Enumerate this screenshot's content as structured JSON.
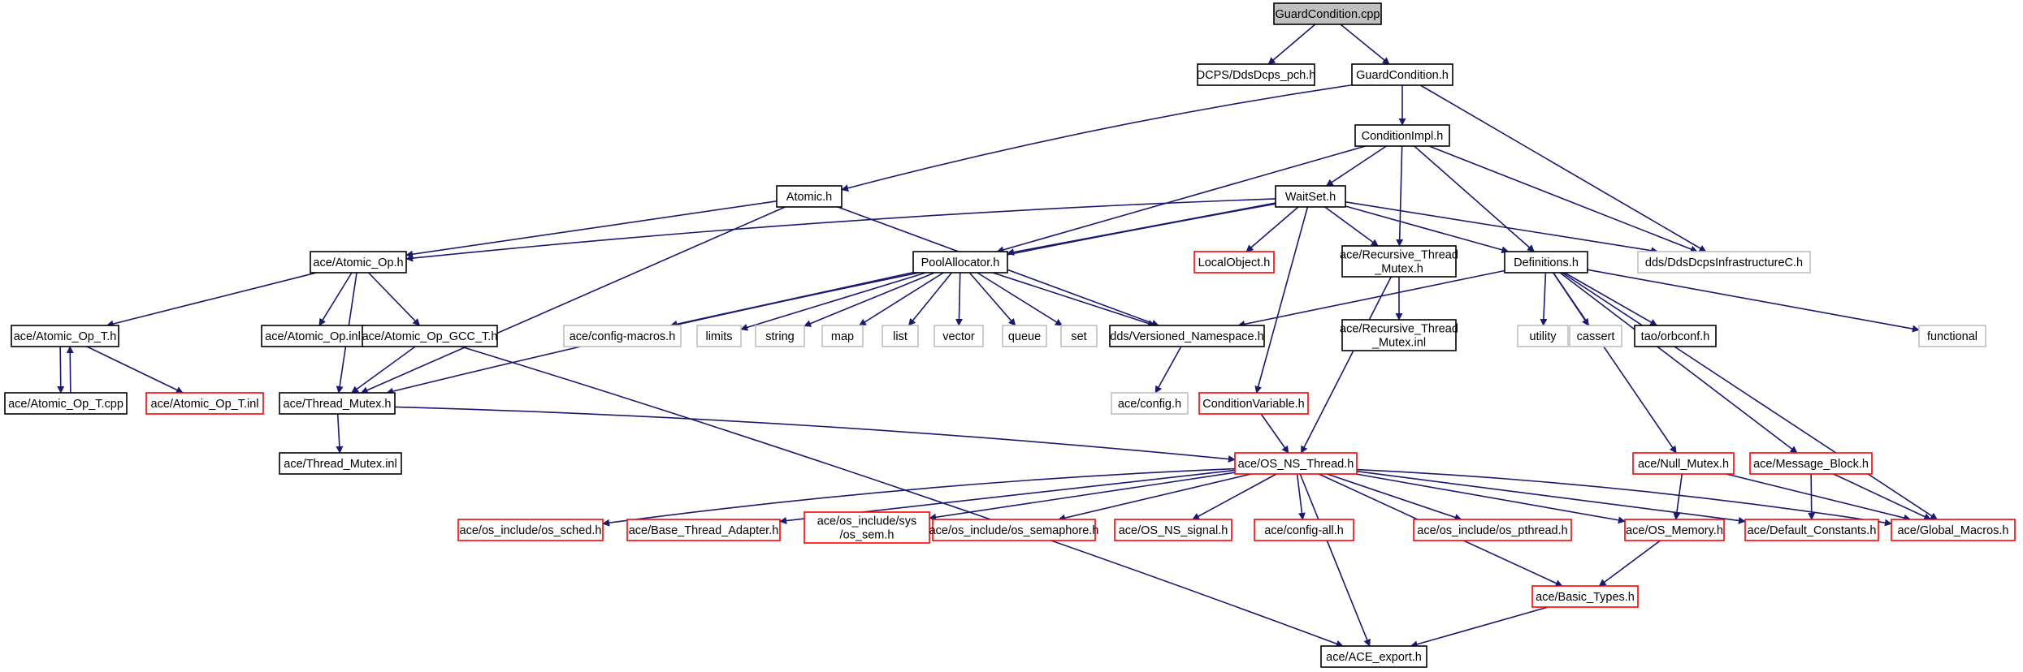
{
  "colors": {
    "edge": "#191970",
    "root_fill": "#bfbfbf",
    "normal_border": "#000000",
    "missing_border": "#ff0000",
    "external_border": "#bfbfbf",
    "node_fill": "#ffffff"
  },
  "nodes": [
    {
      "id": "n_root",
      "lines": [
        "GuardCondition.cpp"
      ],
      "kind": "root"
    },
    {
      "id": "n_pch",
      "lines": [
        "DCPS/DdsDcps_pch.h"
      ],
      "kind": "normal"
    },
    {
      "id": "n_guardh",
      "lines": [
        "GuardCondition.h"
      ],
      "kind": "normal"
    },
    {
      "id": "n_condimpl",
      "lines": [
        "ConditionImpl.h"
      ],
      "kind": "normal"
    },
    {
      "id": "n_atomic",
      "lines": [
        "Atomic.h"
      ],
      "kind": "normal"
    },
    {
      "id": "n_waitset",
      "lines": [
        "WaitSet.h"
      ],
      "kind": "normal"
    },
    {
      "id": "n_atomicop",
      "lines": [
        "ace/Atomic_Op.h"
      ],
      "kind": "normal"
    },
    {
      "id": "n_poolalloc",
      "lines": [
        "PoolAllocator.h"
      ],
      "kind": "normal"
    },
    {
      "id": "n_localobj",
      "lines": [
        "LocalObject.h"
      ],
      "kind": "missing"
    },
    {
      "id": "n_recmutex",
      "lines": [
        "ace/Recursive_Thread",
        "_Mutex.h"
      ],
      "kind": "normal"
    },
    {
      "id": "n_defs",
      "lines": [
        "Definitions.h"
      ],
      "kind": "normal"
    },
    {
      "id": "n_infra",
      "lines": [
        "dds/DdsDcpsInfrastructureC.h"
      ],
      "kind": "external"
    },
    {
      "id": "n_atomicopt",
      "lines": [
        "ace/Atomic_Op_T.h"
      ],
      "kind": "normal"
    },
    {
      "id": "n_atomicopinl",
      "lines": [
        "ace/Atomic_Op.inl"
      ],
      "kind": "normal"
    },
    {
      "id": "n_atomicopgcc",
      "lines": [
        "ace/Atomic_Op_GCC_T.h"
      ],
      "kind": "normal"
    },
    {
      "id": "n_cfgmacros",
      "lines": [
        "ace/config-macros.h"
      ],
      "kind": "external"
    },
    {
      "id": "n_limits",
      "lines": [
        "limits"
      ],
      "kind": "external"
    },
    {
      "id": "n_string",
      "lines": [
        "string"
      ],
      "kind": "external"
    },
    {
      "id": "n_map",
      "lines": [
        "map"
      ],
      "kind": "external"
    },
    {
      "id": "n_list",
      "lines": [
        "list"
      ],
      "kind": "external"
    },
    {
      "id": "n_vector",
      "lines": [
        "vector"
      ],
      "kind": "external"
    },
    {
      "id": "n_queue",
      "lines": [
        "queue"
      ],
      "kind": "external"
    },
    {
      "id": "n_set",
      "lines": [
        "set"
      ],
      "kind": "external"
    },
    {
      "id": "n_versioned",
      "lines": [
        "dds/Versioned_Namespace.h"
      ],
      "kind": "normal"
    },
    {
      "id": "n_recmutexinl",
      "lines": [
        "ace/Recursive_Thread",
        "_Mutex.inl"
      ],
      "kind": "normal"
    },
    {
      "id": "n_utility",
      "lines": [
        "utility"
      ],
      "kind": "external"
    },
    {
      "id": "n_cassert",
      "lines": [
        "cassert"
      ],
      "kind": "external"
    },
    {
      "id": "n_orbconf",
      "lines": [
        "tao/orbconf.h"
      ],
      "kind": "normal"
    },
    {
      "id": "n_functional",
      "lines": [
        "functional"
      ],
      "kind": "external"
    },
    {
      "id": "n_atomicoptcpp",
      "lines": [
        "ace/Atomic_Op_T.cpp"
      ],
      "kind": "normal"
    },
    {
      "id": "n_atomicoptinl",
      "lines": [
        "ace/Atomic_Op_T.inl"
      ],
      "kind": "missing"
    },
    {
      "id": "n_threadmutex",
      "lines": [
        "ace/Thread_Mutex.h"
      ],
      "kind": "normal"
    },
    {
      "id": "n_aceconfig",
      "lines": [
        "ace/config.h"
      ],
      "kind": "external"
    },
    {
      "id": "n_condvar",
      "lines": [
        "ConditionVariable.h"
      ],
      "kind": "missing"
    },
    {
      "id": "n_nullmutex",
      "lines": [
        "ace/Null_Mutex.h"
      ],
      "kind": "missing"
    },
    {
      "id": "n_msgblock",
      "lines": [
        "ace/Message_Block.h"
      ],
      "kind": "missing"
    },
    {
      "id": "n_threadmutexinl",
      "lines": [
        "ace/Thread_Mutex.inl"
      ],
      "kind": "normal"
    },
    {
      "id": "n_osnsthread",
      "lines": [
        "ace/OS_NS_Thread.h"
      ],
      "kind": "missing"
    },
    {
      "id": "n_ossched",
      "lines": [
        "ace/os_include/os_sched.h"
      ],
      "kind": "missing"
    },
    {
      "id": "n_basethread",
      "lines": [
        "ace/Base_Thread_Adapter.h"
      ],
      "kind": "missing"
    },
    {
      "id": "n_ossem",
      "lines": [
        "ace/os_include/sys",
        "/os_sem.h"
      ],
      "kind": "missing"
    },
    {
      "id": "n_ossemaphore",
      "lines": [
        "ace/os_include/os_semaphore.h"
      ],
      "kind": "missing"
    },
    {
      "id": "n_osnssignal",
      "lines": [
        "ace/OS_NS_signal.h"
      ],
      "kind": "missing"
    },
    {
      "id": "n_configall",
      "lines": [
        "ace/config-all.h"
      ],
      "kind": "missing"
    },
    {
      "id": "n_ospthread",
      "lines": [
        "ace/os_include/os_pthread.h"
      ],
      "kind": "missing"
    },
    {
      "id": "n_osmemory",
      "lines": [
        "ace/OS_Memory.h"
      ],
      "kind": "missing"
    },
    {
      "id": "n_defconst",
      "lines": [
        "ace/Default_Constants.h"
      ],
      "kind": "missing"
    },
    {
      "id": "n_globalmacros",
      "lines": [
        "ace/Global_Macros.h"
      ],
      "kind": "missing"
    },
    {
      "id": "n_basictypes",
      "lines": [
        "ace/Basic_Types.h"
      ],
      "kind": "missing"
    },
    {
      "id": "n_aceexport",
      "lines": [
        "ace/ACE_export.h"
      ],
      "kind": "normal"
    }
  ],
  "edges": [
    [
      "n_root",
      "n_pch"
    ],
    [
      "n_root",
      "n_guardh"
    ],
    [
      "n_guardh",
      "n_condimpl"
    ],
    [
      "n_guardh",
      "n_atomic"
    ],
    [
      "n_guardh",
      "n_infra"
    ],
    [
      "n_condimpl",
      "n_waitset"
    ],
    [
      "n_condimpl",
      "n_poolalloc"
    ],
    [
      "n_condimpl",
      "n_recmutex"
    ],
    [
      "n_condimpl",
      "n_defs"
    ],
    [
      "n_condimpl",
      "n_infra"
    ],
    [
      "n_atomic",
      "n_atomicop"
    ],
    [
      "n_atomic",
      "n_threadmutex"
    ],
    [
      "n_atomic",
      "n_versioned"
    ],
    [
      "n_waitset",
      "n_atomicop"
    ],
    [
      "n_waitset",
      "n_poolalloc"
    ],
    [
      "n_waitset",
      "n_localobj"
    ],
    [
      "n_waitset",
      "n_recmutex"
    ],
    [
      "n_waitset",
      "n_defs"
    ],
    [
      "n_waitset",
      "n_infra"
    ],
    [
      "n_waitset",
      "n_threadmutex"
    ],
    [
      "n_waitset",
      "n_condvar"
    ],
    [
      "n_atomicop",
      "n_atomicopt"
    ],
    [
      "n_atomicop",
      "n_atomicopinl"
    ],
    [
      "n_atomicop",
      "n_atomicopgcc"
    ],
    [
      "n_atomicop",
      "n_threadmutex"
    ],
    [
      "n_atomicopt",
      "n_atomicoptcpp"
    ],
    [
      "n_atomicoptcpp",
      "n_atomicopt"
    ],
    [
      "n_atomicopt",
      "n_atomicoptinl"
    ],
    [
      "n_atomicopgcc",
      "n_threadmutex"
    ],
    [
      "n_atomicopgcc",
      "n_aceexport"
    ],
    [
      "n_poolalloc",
      "n_cfgmacros"
    ],
    [
      "n_poolalloc",
      "n_limits"
    ],
    [
      "n_poolalloc",
      "n_string"
    ],
    [
      "n_poolalloc",
      "n_map"
    ],
    [
      "n_poolalloc",
      "n_list"
    ],
    [
      "n_poolalloc",
      "n_vector"
    ],
    [
      "n_poolalloc",
      "n_queue"
    ],
    [
      "n_poolalloc",
      "n_set"
    ],
    [
      "n_poolalloc",
      "n_versioned"
    ],
    [
      "n_recmutex",
      "n_recmutexinl"
    ],
    [
      "n_recmutex",
      "n_osnsthread"
    ],
    [
      "n_defs",
      "n_versioned"
    ],
    [
      "n_defs",
      "n_utility"
    ],
    [
      "n_defs",
      "n_cassert"
    ],
    [
      "n_defs",
      "n_orbconf"
    ],
    [
      "n_defs",
      "n_functional"
    ],
    [
      "n_defs",
      "n_nullmutex"
    ],
    [
      "n_defs",
      "n_msgblock"
    ],
    [
      "n_defs",
      "n_globalmacros"
    ],
    [
      "n_versioned",
      "n_aceconfig"
    ],
    [
      "n_threadmutex",
      "n_threadmutexinl"
    ],
    [
      "n_threadmutex",
      "n_osnsthread"
    ],
    [
      "n_condvar",
      "n_osnsthread"
    ],
    [
      "n_nullmutex",
      "n_osmemory"
    ],
    [
      "n_nullmutex",
      "n_globalmacros"
    ],
    [
      "n_msgblock",
      "n_defconst"
    ],
    [
      "n_msgblock",
      "n_globalmacros"
    ],
    [
      "n_osnsthread",
      "n_ossched"
    ],
    [
      "n_osnsthread",
      "n_basethread"
    ],
    [
      "n_osnsthread",
      "n_ossem"
    ],
    [
      "n_osnsthread",
      "n_ossemaphore"
    ],
    [
      "n_osnsthread",
      "n_osnssignal"
    ],
    [
      "n_osnsthread",
      "n_configall"
    ],
    [
      "n_osnsthread",
      "n_ospthread"
    ],
    [
      "n_osnsthread",
      "n_osmemory"
    ],
    [
      "n_osnsthread",
      "n_defconst"
    ],
    [
      "n_osnsthread",
      "n_globalmacros"
    ],
    [
      "n_osnsthread",
      "n_basictypes"
    ],
    [
      "n_osnsthread",
      "n_aceexport"
    ],
    [
      "n_osmemory",
      "n_basictypes"
    ],
    [
      "n_basictypes",
      "n_aceexport"
    ]
  ]
}
